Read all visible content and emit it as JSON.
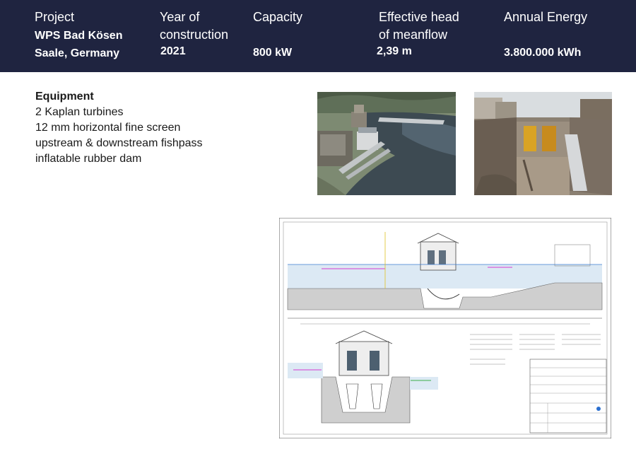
{
  "project": {
    "label": "Project",
    "name_line1": "WPS Bad Kösen",
    "name_line2": "Saale, Germany"
  },
  "year": {
    "label_line1": "Year of",
    "label_line2": "construction",
    "value": "2021"
  },
  "capacity": {
    "label": "Capacity",
    "value": "800 kW"
  },
  "head": {
    "label_line1": "Effective head",
    "label_line2": "of meanflow",
    "value": "2,39 m"
  },
  "energy": {
    "label": "Annual Energy",
    "value": "3.800.000 kWh"
  },
  "equipment": {
    "title": "Equipment",
    "items": [
      "2 Kaplan turbines",
      "12 mm horizontal fine screen",
      "upstream & downstream fishpass",
      "inflatable rubber dam"
    ]
  },
  "colors": {
    "header_bg": "#1f2440",
    "header_text": "#ffffff"
  }
}
